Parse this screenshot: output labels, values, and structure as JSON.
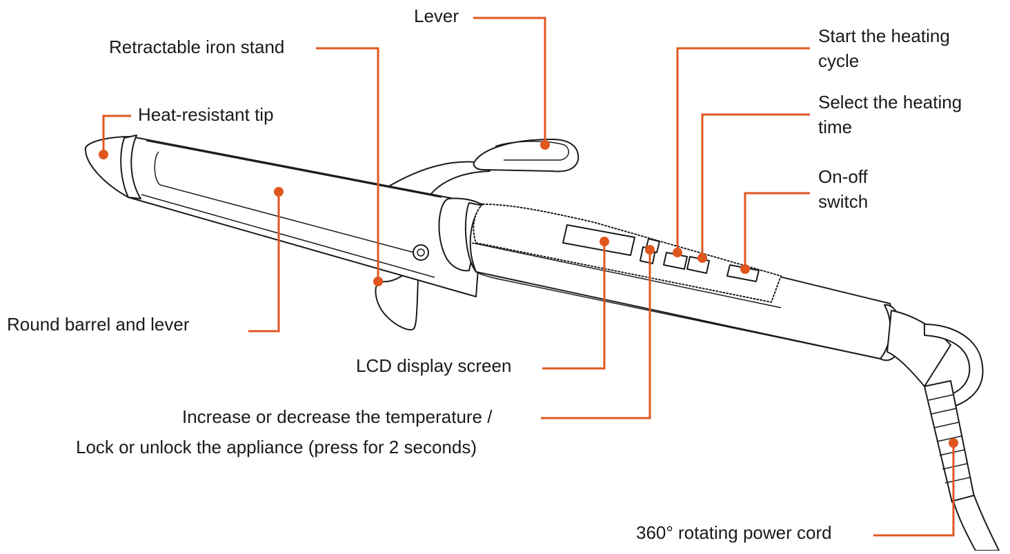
{
  "accent_color": "#e0561f",
  "labels": {
    "lever": "Lever",
    "stand": "Retractable iron stand",
    "tip": "Heat-resistant tip",
    "start_line1": "Start the heating",
    "start_line2": "cycle",
    "select_line1": "Select the heating",
    "select_line2": "time",
    "onoff_line1": "On-off",
    "onoff_line2": "switch",
    "barrel": "Round barrel and lever",
    "lcd": "LCD display screen",
    "temp_line1": "Increase or decrease the temperature /",
    "temp_line2": "Lock or unlock the appliance (press for 2 seconds)",
    "cord": "360° rotating power cord"
  }
}
